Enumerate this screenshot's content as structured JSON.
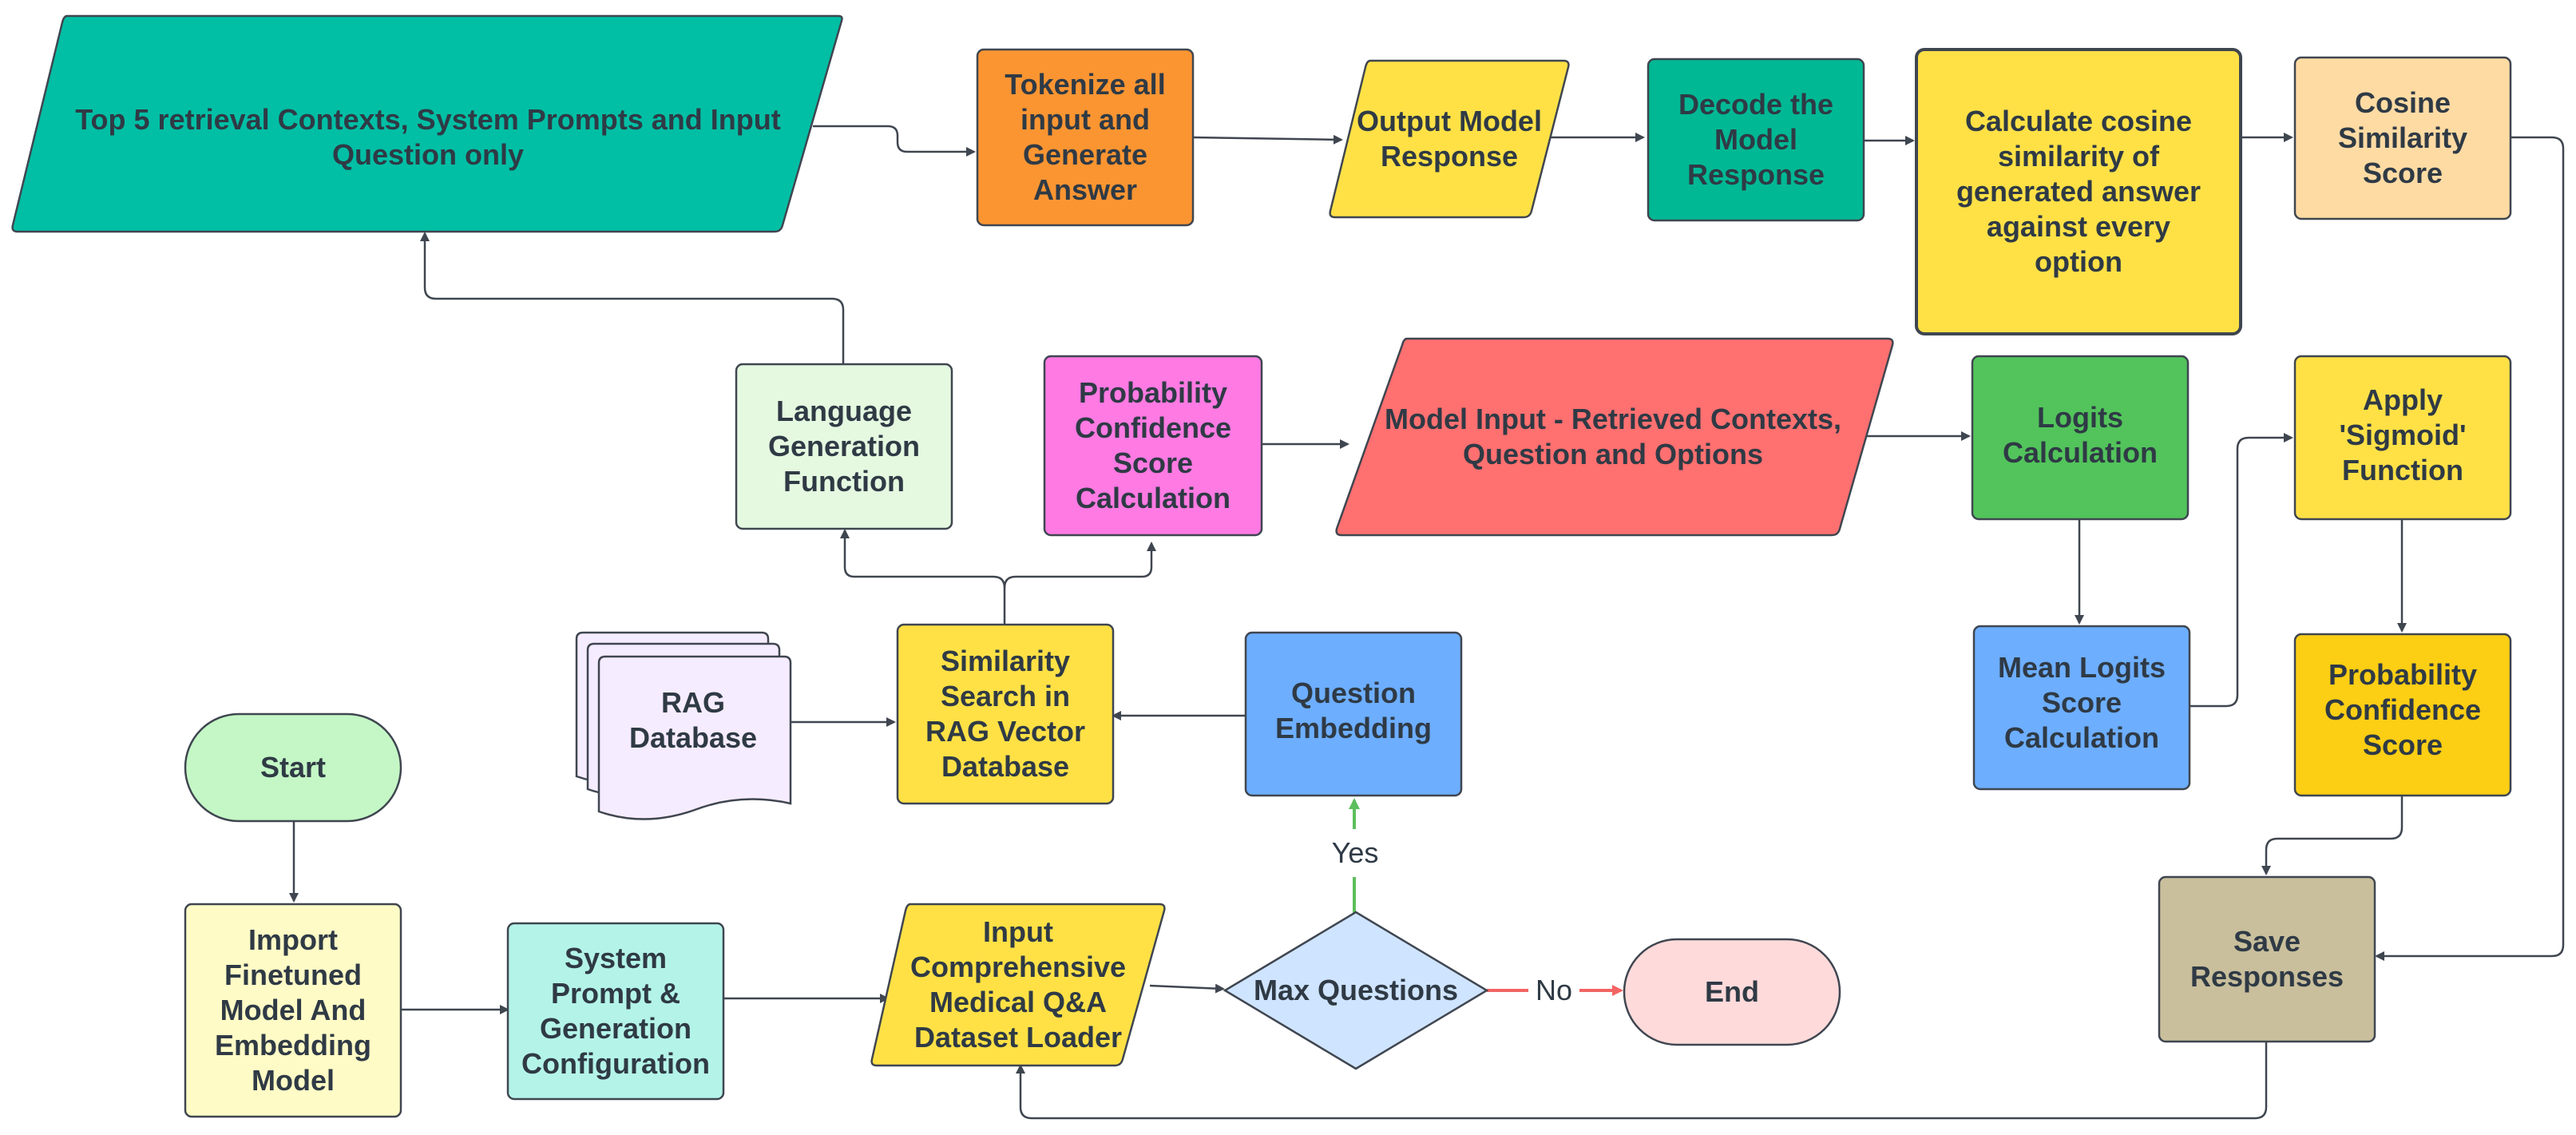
{
  "nodes": {
    "top_contexts": {
      "lines": [
        "Top 5 retrieval Contexts, System Prompts and  Input",
        "Question only"
      ],
      "color": "#00bfa5"
    },
    "tokenize": {
      "lines": [
        "Tokenize all",
        "input and",
        "Generate",
        "Answer"
      ],
      "color": "#fb9532"
    },
    "output_model": {
      "lines": [
        "Output Model",
        "Response"
      ],
      "color": "#ffe146"
    },
    "decode": {
      "lines": [
        "Decode the",
        "Model",
        "Response"
      ],
      "color": "#00b894"
    },
    "cosine_calc": {
      "lines": [
        "Calculate cosine",
        "similarity of",
        "generated answer",
        "against every",
        "option"
      ],
      "color": "#ffe146"
    },
    "cosine_score": {
      "lines": [
        "Cosine",
        "Similarity",
        "Score"
      ],
      "color": "#ffdba4"
    },
    "language_gen": {
      "lines": [
        "Language",
        "Generation",
        "Function"
      ],
      "color": "#e4f9e0"
    },
    "prob_calc": {
      "lines": [
        "Probability",
        "Confidence",
        "Score",
        "Calculation"
      ],
      "color": "#ff7ae3"
    },
    "model_input": {
      "lines": [
        "Model Input - Retrieved Contexts,",
        "Question and Options"
      ],
      "color": "#ff7070"
    },
    "logits": {
      "lines": [
        "Logits",
        "Calculation"
      ],
      "color": "#52c45b"
    },
    "sigmoid": {
      "lines": [
        "Apply",
        "'Sigmoid'",
        "Function"
      ],
      "color": "#ffe146"
    },
    "rag_db": {
      "lines": [
        "RAG",
        "Database"
      ],
      "color": "#f6ecff"
    },
    "similarity_search": {
      "lines": [
        "Similarity",
        "Search in",
        "RAG Vector",
        "Database"
      ],
      "color": "#ffe146"
    },
    "question_emb": {
      "lines": [
        "Question",
        "Embedding"
      ],
      "color": "#6daeff"
    },
    "mean_logits": {
      "lines": [
        "Mean Logits",
        "Score",
        "Calculation"
      ],
      "color": "#6daeff"
    },
    "prob_score": {
      "lines": [
        "Probability",
        "Confidence",
        "Score"
      ],
      "color": "#fcce14"
    },
    "start": {
      "lines": [
        "Start"
      ],
      "color": "#c4f7c5"
    },
    "import_model": {
      "lines": [
        "Import",
        "Finetuned",
        "Model And",
        "Embedding",
        "Model"
      ],
      "color": "#fffbc6"
    },
    "system_prompt": {
      "lines": [
        "System",
        "Prompt &",
        "Generation",
        "Configuration"
      ],
      "color": "#b4f4e8"
    },
    "dataset_loader": {
      "lines": [
        "Input",
        "Comprehensive",
        "Medical Q&A",
        "Dataset Loader"
      ],
      "color": "#ffe146"
    },
    "max_questions": {
      "lines": [
        "Max Questions"
      ],
      "color": "#cfe4ff"
    },
    "end": {
      "lines": [
        "End"
      ],
      "color": "#ffdada"
    },
    "save_responses": {
      "lines": [
        "Save",
        "Responses"
      ],
      "color": "#c9bf9c"
    }
  },
  "edge_labels": {
    "yes": {
      "text": "Yes",
      "color": "#5cbf5c"
    },
    "no": {
      "text": "No",
      "color": "#f26464"
    }
  }
}
